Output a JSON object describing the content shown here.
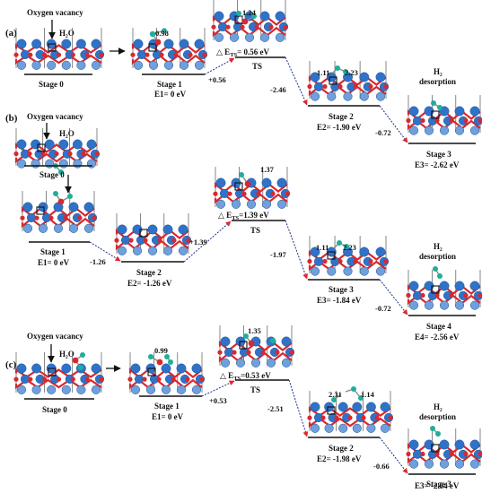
{
  "panels": [
    {
      "label": "(a)",
      "vacancy_label": "Oxygen vacancy",
      "water_label": "H₂O",
      "stages": [
        {
          "name": "Stage 0",
          "energy": ""
        },
        {
          "name": "Stage 1",
          "energy": "E1= 0 eV"
        },
        {
          "name": "Stage 2",
          "energy": "E2= -1.90 eV"
        },
        {
          "name": "Stage 3",
          "energy": "E3= -2.62 eV"
        }
      ],
      "ts": {
        "label": "TS",
        "ets_prefix": "△ E",
        "ets_sub": "TS",
        "ets_value": "= 0.56 eV"
      },
      "deltas": [
        "+0.56",
        "-2.46",
        "-0.72"
      ],
      "bond_values": [
        "0.98",
        "1.24",
        "1.11",
        "2.23"
      ],
      "desorption": [
        "H₂",
        "desorption"
      ]
    },
    {
      "label": "(b)",
      "vacancy_label": "Oxygen vacancy",
      "water_label": "H₂O",
      "stages": [
        {
          "name": "Stage 0",
          "energy": ""
        },
        {
          "name": "Stage 1",
          "energy": "E1= 0 eV"
        },
        {
          "name": "Stage 2",
          "energy": "E2= -1.26 eV"
        },
        {
          "name": "Stage 3",
          "energy": "E3= -1.84 eV"
        },
        {
          "name": "Stage 4",
          "energy": "E4= -2.56 eV"
        }
      ],
      "ts": {
        "label": "TS",
        "ets_prefix": "△ E",
        "ets_sub": "TS",
        "ets_value": "=1.39 eV"
      },
      "deltas": [
        "-1.26",
        "+1.39",
        "-1.97",
        "-0.72"
      ],
      "bond_values": [
        "1.37",
        "1.11",
        "2.23"
      ],
      "desorption": [
        "H₂",
        "desorption"
      ]
    },
    {
      "label": "(c)",
      "vacancy_label": "Oxygen vacancy",
      "water_label": "H₂O",
      "stages": [
        {
          "name": "Stage 0",
          "energy": ""
        },
        {
          "name": "Stage 1",
          "energy": "E1= 0 eV"
        },
        {
          "name": "Stage 2",
          "energy": "E2= -1.98 eV"
        },
        {
          "name": "Stage 3",
          "energy": "E3= -2.64 eV"
        }
      ],
      "ts": {
        "label": "TS",
        "ets_prefix": "△ E",
        "ets_sub": "TS",
        "ets_value": "=0.53 eV"
      },
      "deltas": [
        "+0.53",
        "-2.51",
        "-0.66"
      ],
      "bond_values": [
        "0.99",
        "1.35",
        "2.31",
        "1.14"
      ],
      "desorption": [
        "H₂",
        "desorption"
      ]
    }
  ],
  "colors": {
    "metal_atom": "#2f73c9",
    "oxygen_atom": "#d9282d",
    "hydrogen_atom": "#1fae9b",
    "level_line": "#111111",
    "connector": "#1a2f8c",
    "arrow_head": "#e0262b"
  }
}
